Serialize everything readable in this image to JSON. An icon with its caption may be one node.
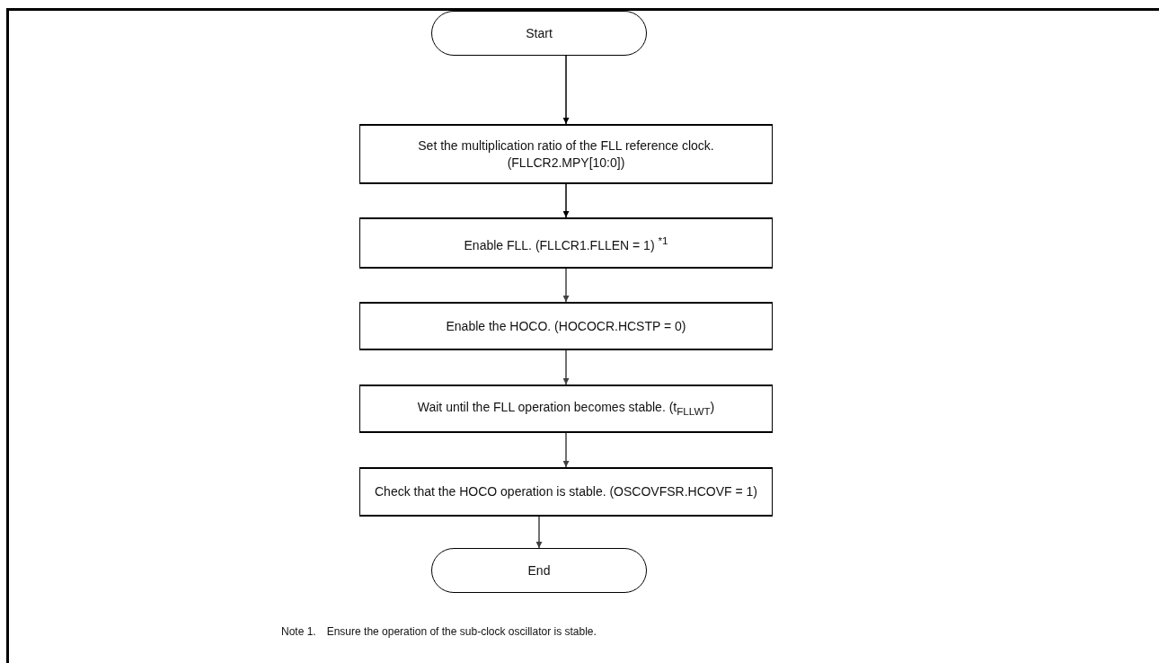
{
  "diagram": {
    "nodes": [
      {
        "text": [
          "Start"
        ]
      },
      {
        "text": [
          "Set the multiplication ratio of the FLL reference clock. (FLLCR2.MPY[10:0])"
        ]
      },
      {
        "text": [
          "Enable FLL. (FLLCR1.FLLEN = 1) $^{*1}$"
        ]
      },
      {
        "text": [
          "Enable the HOCO. (HOCOCR.HCSTP = 0)"
        ]
      },
      {
        "text": [
          "Wait until the FLL operation becomes stable. (t$_{FLLWT}$)"
        ]
      },
      {
        "text": [
          "Check that the HOCO operation is stable. (OSCOVFSR.HCOVF = 1)"
        ]
      },
      {
        "text": [
          "End"
        ]
      }
    ],
    "edges": [
      {
        "from": 0,
        "to": 1,
        "arrow": "to",
        "color": "#000000"
      },
      {
        "from": 1,
        "to": 2,
        "arrow": "to",
        "color": "#000000"
      },
      {
        "from": 2,
        "to": 3,
        "arrow": "to"
      },
      {
        "from": 3,
        "to": 4,
        "arrow": "to"
      },
      {
        "from": 4,
        "to": 5,
        "arrow": "to"
      },
      {
        "from": 5,
        "to": 6,
        "arrow": "to"
      }
    ],
    "labels": [
      "Note 1. Ensure the operation of the sub-clock oscillator is stable."
    ]
  }
}
